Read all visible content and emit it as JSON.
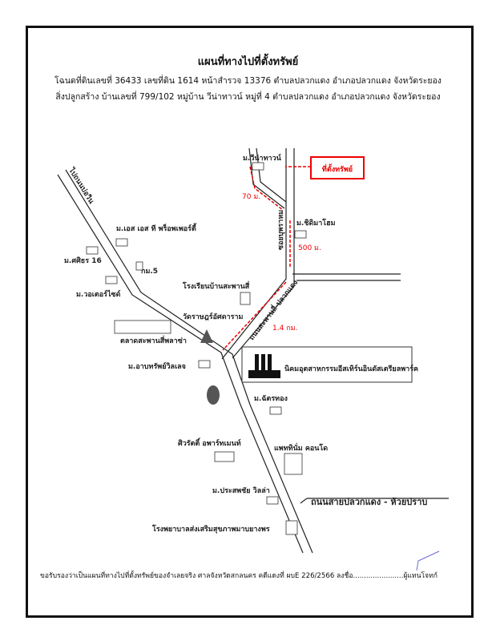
{
  "header": {
    "title": "แผนที่ทางไปที่ตั้งทรัพย์",
    "line1": "โฉนดที่ดินเลขที่ 36433 เลขที่ดิน 1614  หน้าสำรวจ 13376  ตำบลปลวกแดง  อำเภอปลวกแดง  จังหวัดระยอง",
    "line2": "สิ่งปลูกสร้าง  บ้านเลขที่ 799/102  หมู่บ้าน วีน่าทาวน์  หมู่ที่ 4  ตำบลปลวกแดง  อำเภอปลวกแดง  จังหวัดระยอง"
  },
  "map": {
    "property_label": "ที่ตั้งทรัพย์",
    "dist_70": "70 ม.",
    "dist_500": "500 ม.",
    "dist_14": "1.4 กม.",
    "labels": {
      "to_bowin": "ไปถนนบ่อวิน",
      "vena_town": "ม.วีน่าทาวน์",
      "chidima_home": "ม.ชิดิมาโฮม",
      "soi": "ซอยบุพราหม",
      "ss_property": "ม.เอส เอส ที พร็อพเพอร์ตี้",
      "sasithorn": "ม.ศศิธร 16",
      "km5": "กม.5",
      "waterside": "ม.วอเตอร์ไซด์",
      "school": "โรงเรียนบ้านสะพานสี่",
      "temple": "วัดราษฎร์อัศดาราม",
      "market": "ตลาดสะพานสี่พลาซ่า",
      "road_sapan": "ถนนสะพานสี่-ปลวกแดง",
      "abbsap": "ม.อาบทรัพย์วิลเลจ",
      "industrial": "นิคมอุตสาหกรรมอีสเทิร์นอินดัสเตรียลพาร์ค",
      "chattong": "ม.ฉัตรทอง",
      "siwarat": "ศิวรัตติ์ อพาร์ทเมนท์",
      "platinum": "แพททินั่ม คอนโด",
      "prasopchai": "ม.ประสพชัย วิลล่า",
      "road_main": "ถนนสายปลวกแดง - ห้วยปราบ",
      "hospital": "โรงพยาบาลส่งเสริมสุขภาพมาบยางพร"
    }
  },
  "certification": "ขอรับรองว่าเป็นแผนที่ทางไปที่ตั้งทรัพย์ของจำเลยจริง ศาลจังหวัดสกลนคร คดีแดงที่ ผบE 226/2566 ลงชื่อ.......................ผู้แทนโจทก์",
  "colors": {
    "accent": "#e00000",
    "ink": "#111111"
  }
}
